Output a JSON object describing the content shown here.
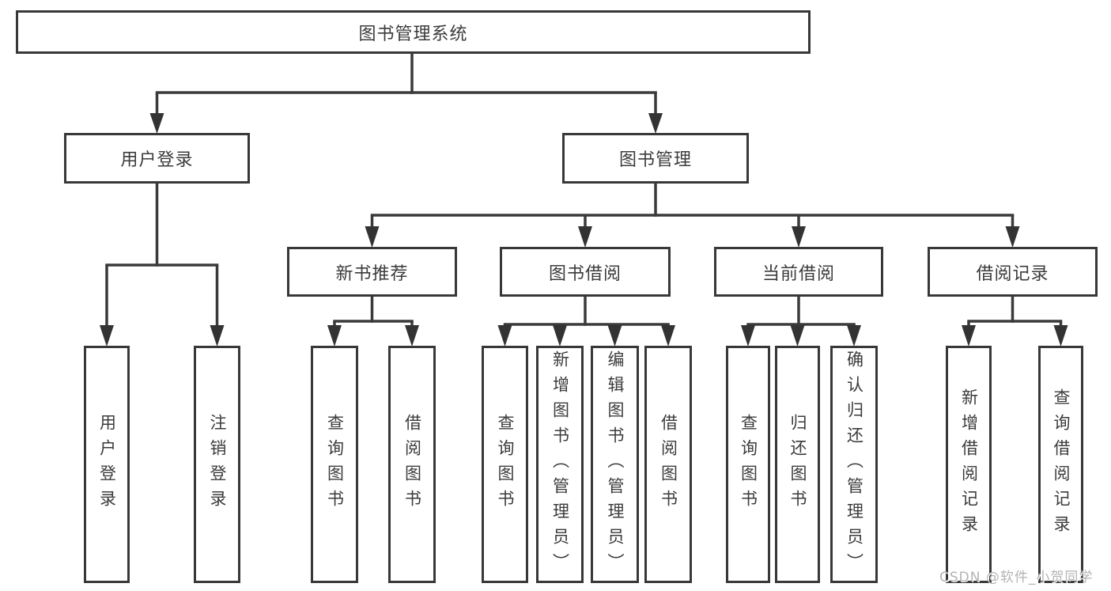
{
  "colors": {
    "line": "#3a3a3a",
    "box_border": "#383838",
    "text": "#3b3b3b",
    "watermark": "#b3b3b3",
    "background": "#ffffff"
  },
  "diagram": {
    "root": {
      "label": "图书管理系统"
    },
    "branches": [
      {
        "label": "用户登录",
        "children": [
          "用户登录",
          "注销登录"
        ]
      },
      {
        "label": "图书管理",
        "children": [
          {
            "label": "新书推荐",
            "children": [
              "查询图书",
              "借阅图书"
            ]
          },
          {
            "label": "图书借阅",
            "children": [
              "查询图书",
              "新增图书（管理员）",
              "编辑图书（管理员）",
              "借阅图书"
            ]
          },
          {
            "label": "当前借阅",
            "children": [
              "查询图书",
              "归还图书",
              "确认归还（管理员）"
            ]
          },
          {
            "label": "借阅记录",
            "children": [
              "新增借阅记录",
              "查询借阅记录"
            ]
          }
        ]
      }
    ]
  },
  "watermark": {
    "text": "CSDN @软件_小贺同学"
  }
}
